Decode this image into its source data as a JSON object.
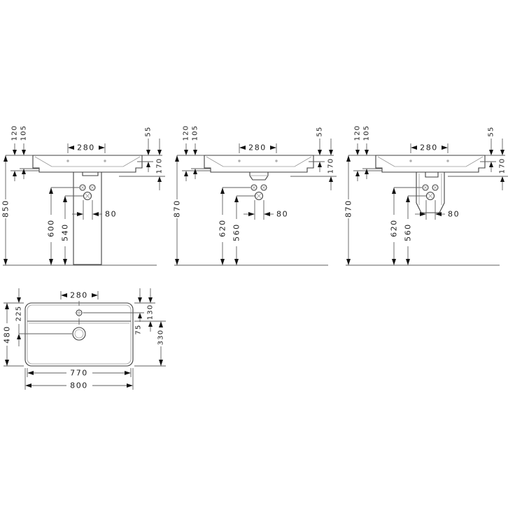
{
  "colors": {
    "background": "#ffffff",
    "outline": "#3f3f3f",
    "dimension_lines": "#5f5f5f",
    "arrows_text": "#141414"
  },
  "views": {
    "front_pedestal": {
      "overall_height": "850",
      "offset_top": "120",
      "offset_mid": "105",
      "tap_spacing": "280",
      "rim_drop": "55",
      "basin_height": "170",
      "upper_fix_height": "600",
      "lower_fix_height": "540",
      "drain_spacing": "80"
    },
    "front_wall": {
      "overall_height": "870",
      "offset_top": "120",
      "offset_mid": "105",
      "tap_spacing": "280",
      "rim_drop": "55",
      "basin_height": "170",
      "upper_fix_height": "620",
      "lower_fix_height": "560",
      "drain_spacing": "80"
    },
    "front_semi": {
      "overall_height": "870",
      "offset_top": "120",
      "offset_mid": "105",
      "tap_spacing": "280",
      "rim_drop": "55",
      "basin_height": "170",
      "upper_fix_height": "620",
      "lower_fix_height": "560",
      "drain_spacing": "80"
    },
    "plan": {
      "tap_spacing": "280",
      "edge_to_drain": "225",
      "depth": "480",
      "deck_depth": "130",
      "tap_offset": "75",
      "bowl_depth": "330",
      "inner_width": "770",
      "overall_width": "800"
    }
  }
}
